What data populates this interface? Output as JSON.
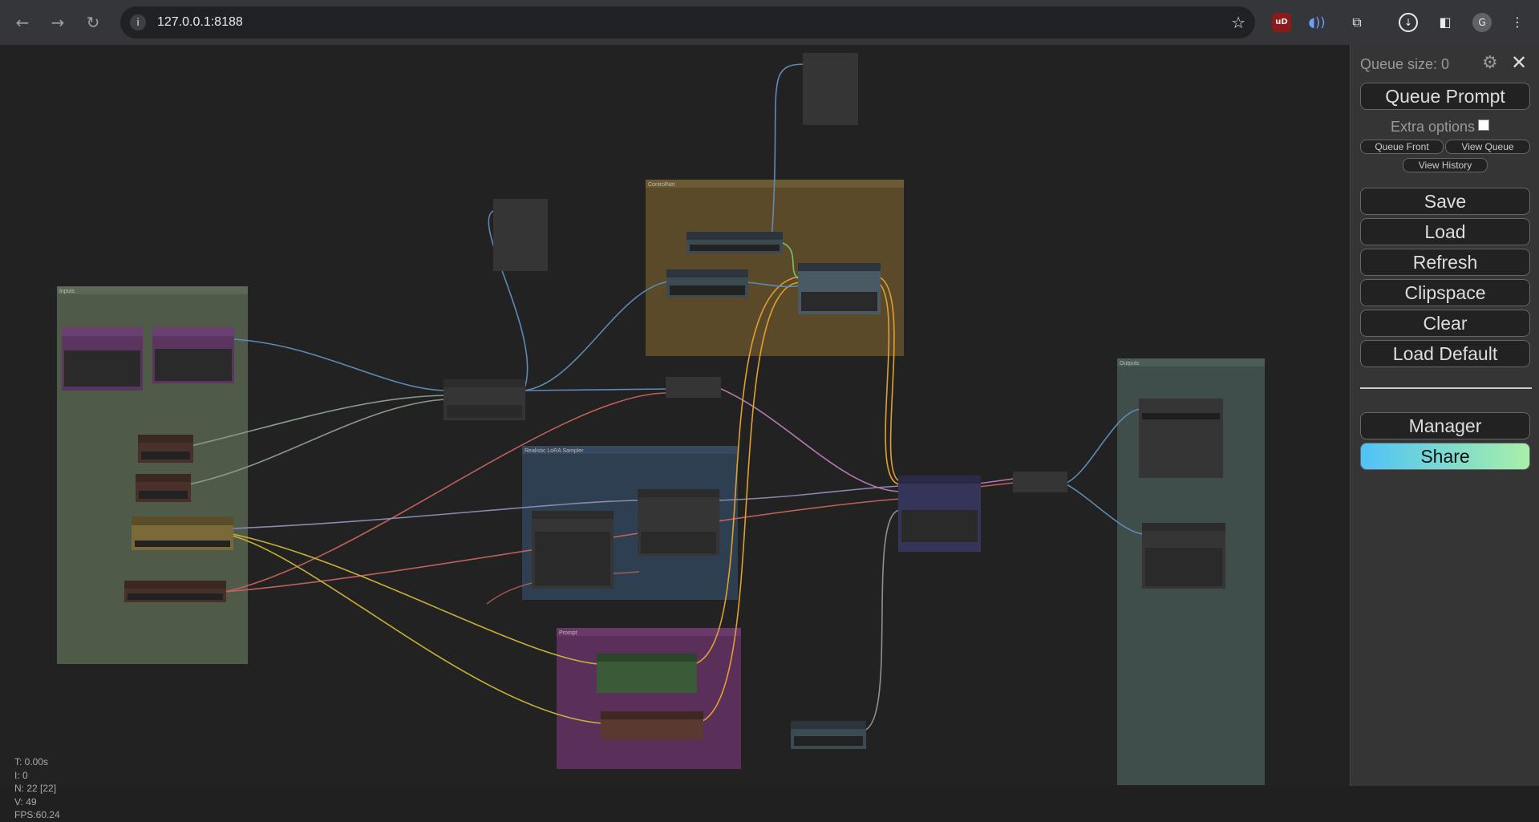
{
  "browser": {
    "url": "127.0.0.1:8188",
    "back_icon": "←",
    "forward_icon": "→",
    "reload_icon": "↻",
    "site_info_icon": "i",
    "star_icon": "☆",
    "ublock_icon": "uD",
    "profile_initial": "G",
    "menu_icon": "⋮"
  },
  "sidebar": {
    "queue_size": "Queue size: 0",
    "queue_prompt": "Queue Prompt",
    "extra_options": "Extra options",
    "queue_front": "Queue Front",
    "view_queue": "View Queue",
    "view_history": "View History",
    "save": "Save",
    "load": "Load",
    "refresh": "Refresh",
    "clipspace": "Clipspace",
    "clear": "Clear",
    "load_default": "Load Default",
    "manager": "Manager",
    "share": "Share"
  },
  "groups": {
    "inputs": "Inputs",
    "controlnet": "ControlNet",
    "ksampler": "Realistic LoRA Sampler",
    "prompt": "Prompt",
    "outputs": "Outputs"
  },
  "stats": {
    "t": "T: 0.00s",
    "i": "I: 0",
    "n": "N: 22 [22]",
    "v": "V: 49",
    "fps": "FPS:60.24"
  },
  "colors": {
    "canvas_bg": "#222222",
    "group_inputs": "#4f5a49",
    "group_controlnet": "#5a4a29",
    "group_ksampler": "#2e3f52",
    "group_prompt": "#5a2f5a",
    "group_outputs": "#3f4d4b"
  }
}
